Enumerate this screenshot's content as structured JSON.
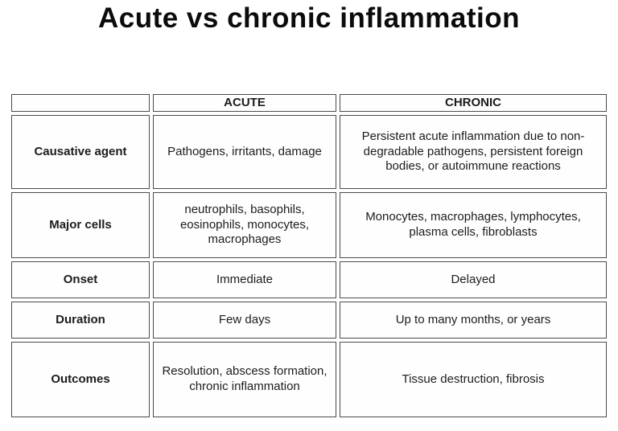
{
  "title": "Acute vs chronic inflammation",
  "table": {
    "columns": [
      "",
      "ACUTE",
      "CHRONIC"
    ],
    "rows": [
      {
        "label": "Causative agent",
        "acute": "Pathogens, irritants, damage",
        "chronic": "Persistent acute inflammation due to non-degradable pathogens, persistent foreign bodies, or autoimmune reactions"
      },
      {
        "label": "Major cells",
        "acute": "neutrophils, basophils, eosinophils, monocytes, macrophages",
        "chronic": "Monocytes, macrophages, lymphocytes, plasma cells, fibroblasts"
      },
      {
        "label": "Onset",
        "acute": "Immediate",
        "chronic": "Delayed"
      },
      {
        "label": "Duration",
        "acute": "Few days",
        "chronic": "Up to many months, or years"
      },
      {
        "label": "Outcomes",
        "acute": "Resolution, abscess formation, chronic inflammation",
        "chronic": "Tissue destruction, fibrosis"
      }
    ]
  },
  "colors": {
    "accent_blue": "#1155cc",
    "border": "#4b4b4b",
    "text": "#1c1c1c",
    "background": "#ffffff"
  }
}
